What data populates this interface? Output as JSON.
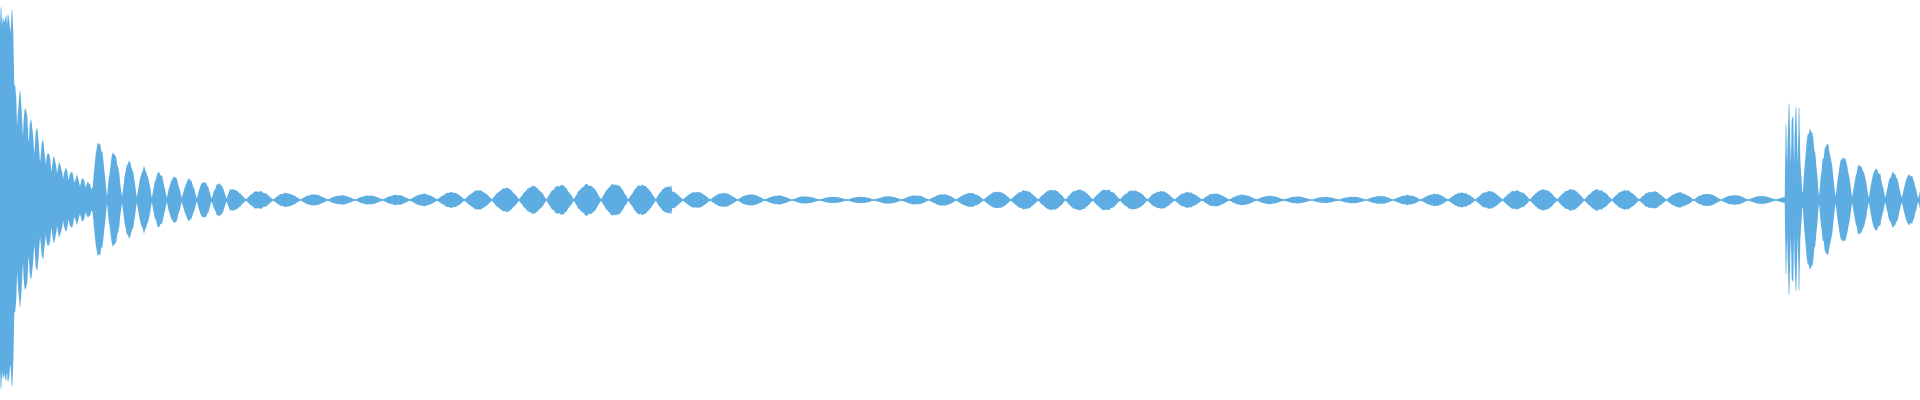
{
  "waveform": {
    "color": "#5dade2",
    "background": "#ffffff",
    "bursts": [
      {
        "start": 0.0,
        "end": 0.048,
        "peak": 1.0,
        "decay": "fast"
      },
      {
        "start": 0.048,
        "end": 0.12,
        "peak": 0.22,
        "decay": "slow"
      },
      {
        "start": 0.12,
        "end": 0.93,
        "peak": 0.06,
        "decay": "flat"
      },
      {
        "start": 0.93,
        "end": 1.0,
        "peak": 0.55,
        "decay": "fast"
      }
    ]
  }
}
